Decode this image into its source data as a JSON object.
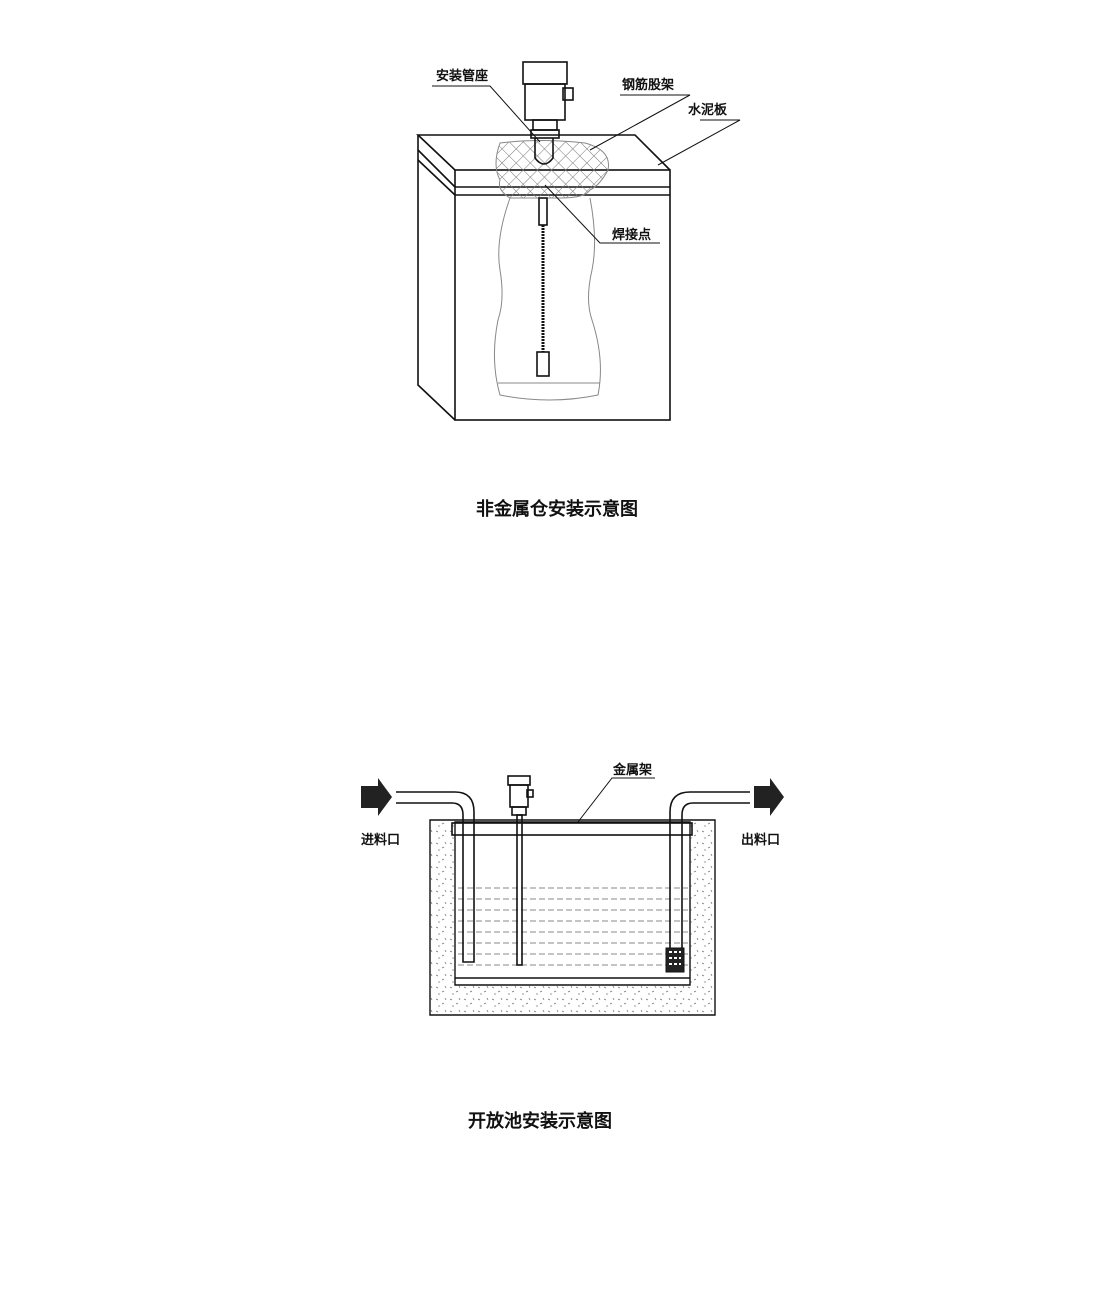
{
  "diagram1": {
    "title": "非金属仓安装示意图",
    "labels": {
      "mount_seat": "安装管座",
      "rebar_frame": "钢筋股架",
      "cement_slab": "水泥板",
      "weld_point": "焊接点"
    }
  },
  "diagram2": {
    "title": "开放池安装示意图",
    "labels": {
      "metal_frame": "金属架",
      "inlet": "进料口",
      "outlet": "出料口"
    }
  },
  "colors": {
    "line": "#111111",
    "hatch": "#777777"
  }
}
